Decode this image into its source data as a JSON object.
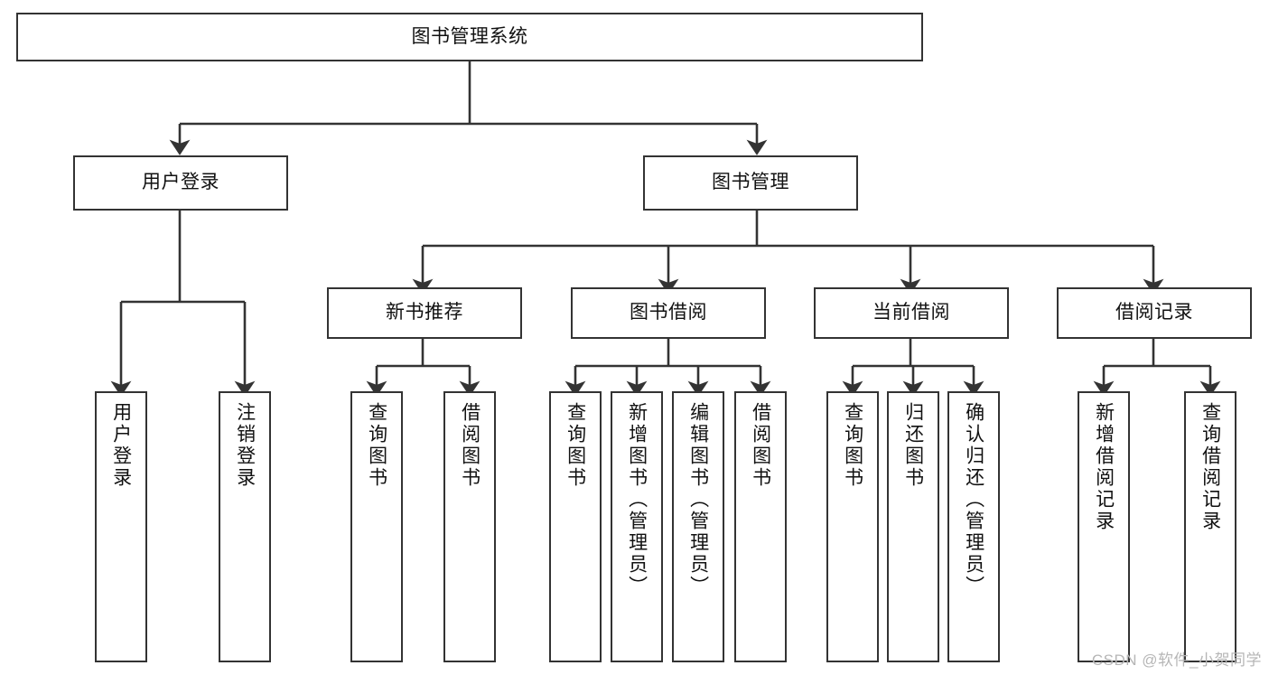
{
  "diagram": {
    "type": "tree-hierarchy",
    "title": "图书管理系统",
    "watermark": "CSDN @软件_小贺同学",
    "colors": {
      "background": "#ffffff",
      "stroke": "#333333",
      "text": "#111111",
      "watermark": "#b6b6b6"
    },
    "nodes": {
      "root": {
        "label": "图书管理系统",
        "orientation": "horizontal"
      },
      "l1": [
        {
          "id": "user-login",
          "label": "用户登录",
          "orientation": "horizontal"
        },
        {
          "id": "book-manage",
          "label": "图书管理",
          "orientation": "horizontal"
        }
      ],
      "l2": [
        {
          "id": "new-book-recommend",
          "label": "新书推荐",
          "orientation": "horizontal"
        },
        {
          "id": "book-borrow",
          "label": "图书借阅",
          "orientation": "horizontal"
        },
        {
          "id": "current-borrow",
          "label": "当前借阅",
          "orientation": "horizontal"
        },
        {
          "id": "borrow-record",
          "label": "借阅记录",
          "orientation": "horizontal"
        }
      ],
      "leaves": [
        {
          "id": "leaf-user-login",
          "label": "用户登录",
          "parent": "user-login",
          "orientation": "vertical"
        },
        {
          "id": "leaf-logout",
          "label": "注销登录",
          "parent": "user-login",
          "orientation": "vertical"
        },
        {
          "id": "leaf-query-book-1",
          "label": "查询图书",
          "parent": "new-book-recommend",
          "orientation": "vertical"
        },
        {
          "id": "leaf-borrow-book-1",
          "label": "借阅图书",
          "parent": "new-book-recommend",
          "orientation": "vertical"
        },
        {
          "id": "leaf-query-book-2",
          "label": "查询图书",
          "parent": "book-borrow",
          "orientation": "vertical"
        },
        {
          "id": "leaf-add-book",
          "label": "新增图书（管理员）",
          "parent": "book-borrow",
          "orientation": "vertical"
        },
        {
          "id": "leaf-edit-book",
          "label": "编辑图书（管理员）",
          "parent": "book-borrow",
          "orientation": "vertical"
        },
        {
          "id": "leaf-borrow-book-2",
          "label": "借阅图书",
          "parent": "book-borrow",
          "orientation": "vertical"
        },
        {
          "id": "leaf-query-book-3",
          "label": "查询图书",
          "parent": "current-borrow",
          "orientation": "vertical"
        },
        {
          "id": "leaf-return-book",
          "label": "归还图书",
          "parent": "current-borrow",
          "orientation": "vertical"
        },
        {
          "id": "leaf-confirm-return",
          "label": "确认归还（管理员）",
          "parent": "current-borrow",
          "orientation": "vertical"
        },
        {
          "id": "leaf-add-record",
          "label": "新增借阅记录",
          "parent": "borrow-record",
          "orientation": "vertical"
        },
        {
          "id": "leaf-query-record",
          "label": "查询借阅记录",
          "parent": "borrow-record",
          "orientation": "vertical"
        }
      ]
    }
  }
}
